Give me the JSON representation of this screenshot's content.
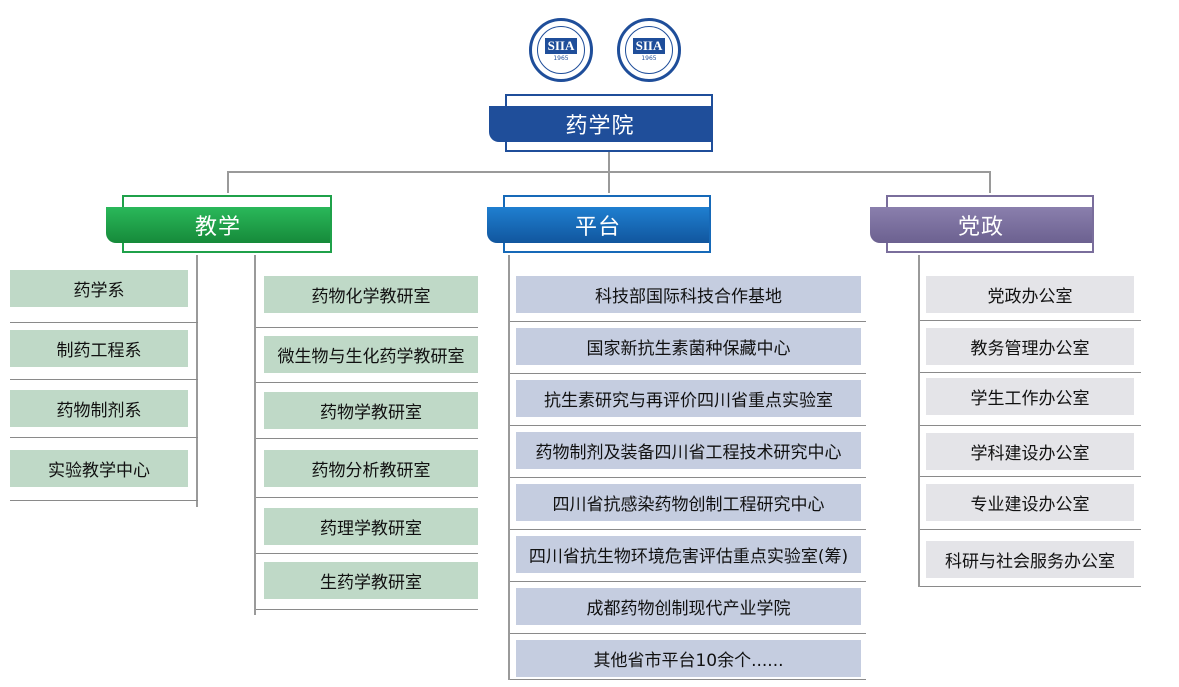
{
  "logos": [
    {
      "text": "SIIA",
      "year": "1965"
    },
    {
      "text": "SIIA",
      "year": "1965"
    }
  ],
  "root": {
    "label": "药学院",
    "color": "#1f4e9a"
  },
  "columns": {
    "teaching": {
      "label": "教学",
      "color": "#1fa14a"
    },
    "platform": {
      "label": "平台",
      "color": "#1669b8"
    },
    "party": {
      "label": "党政",
      "color": "#7a6e9c"
    }
  },
  "departments": [
    "药学系",
    "制药工程系",
    "药物制剂系",
    "实验教学中心"
  ],
  "teaching_offices": [
    "药物化学教研室",
    "微生物与生化药学教研室",
    "药物学教研室",
    "药物分析教研室",
    "药理学教研室",
    "生药学教研室"
  ],
  "platforms": [
    "科技部国际科技合作基地",
    "国家新抗生素菌种保藏中心",
    "抗生素研究与再评价四川省重点实验室",
    "药物制剂及装备四川省工程技术研究中心",
    "四川省抗感染药物创制工程研究中心",
    "四川省抗生物环境危害评估重点实验室(筹)",
    "成都药物创制现代产业学院",
    "其他省市平台10余个......"
  ],
  "party_offices": [
    "党政办公室",
    "教务管理办公室",
    "学生工作办公室",
    "学科建设办公室",
    "专业建设办公室",
    "科研与社会服务办公室"
  ]
}
